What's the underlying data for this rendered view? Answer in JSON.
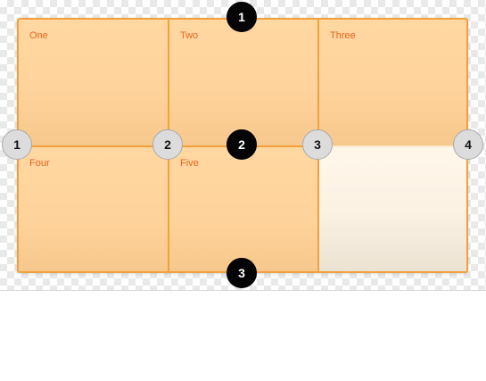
{
  "grid": {
    "items": [
      {
        "label": "One"
      },
      {
        "label": "Two"
      },
      {
        "label": "Three"
      },
      {
        "label": "Four"
      },
      {
        "label": "Five"
      }
    ]
  },
  "column_lines": [
    {
      "number": "1"
    },
    {
      "number": "2"
    },
    {
      "number": "3"
    },
    {
      "number": "4"
    }
  ],
  "row_lines": [
    {
      "number": "1"
    },
    {
      "number": "2"
    },
    {
      "number": "3"
    }
  ],
  "colors": {
    "item_fill": "#ffd49c",
    "grid_line": "#f4a03a",
    "label_text": "#e8651f",
    "column_marker": "#dcdcdc",
    "row_marker": "#050505"
  }
}
